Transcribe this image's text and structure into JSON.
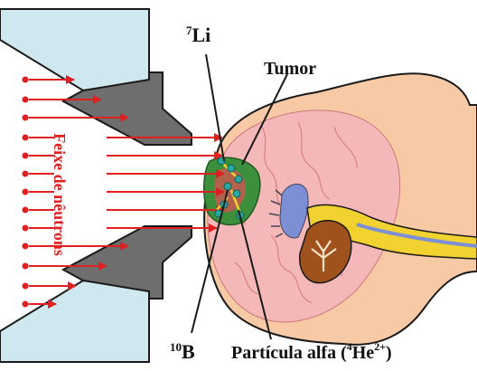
{
  "labels": {
    "li7_sup": "7",
    "li7": "Li",
    "tumor": "Tumor",
    "beam": "Feixe de nêutrons",
    "b10_sup": "10",
    "b10": "B",
    "alpha_prefix": "Partícula alfa (",
    "alpha_mass": "4",
    "alpha_symbol": "He",
    "alpha_charge": "2+",
    "alpha_suffix": ")"
  },
  "colors": {
    "beam": "#e02020",
    "collimator_glass": "#cfe8ef",
    "collimator_block": "#6e6e6e",
    "skin": "#f7c9a5",
    "brain": "#f5b8b8",
    "tumor": "#3c8f3c",
    "particle": "#2aa7a0",
    "brainstem": "#f2d230",
    "cerebellum": "#a0521d"
  },
  "icons": {
    "beam_arrows": "arrow-right-icon",
    "boron_particles": "particle-dot-icon"
  }
}
